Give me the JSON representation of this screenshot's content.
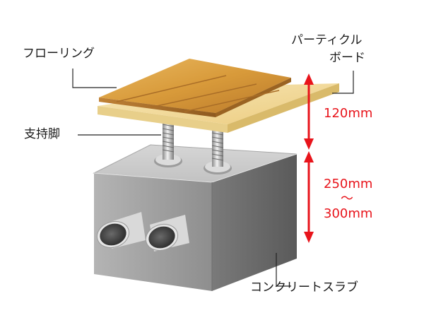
{
  "labels": {
    "flooring": "フローリング",
    "particle_board_1": "パーティクル",
    "particle_board_2": "ボード",
    "support_leg": "支持脚",
    "concrete_slab": "コンクリートスラブ"
  },
  "dimensions": {
    "upper": "120mm",
    "lower_1": "250mm",
    "lower_tilde": "～",
    "lower_2": "300mm"
  },
  "colors": {
    "dimension": "#e8141b",
    "leader": "#222222",
    "flooring": "#d8a24a",
    "board": "#f3e0a6",
    "concrete": "#9a9a9a"
  }
}
